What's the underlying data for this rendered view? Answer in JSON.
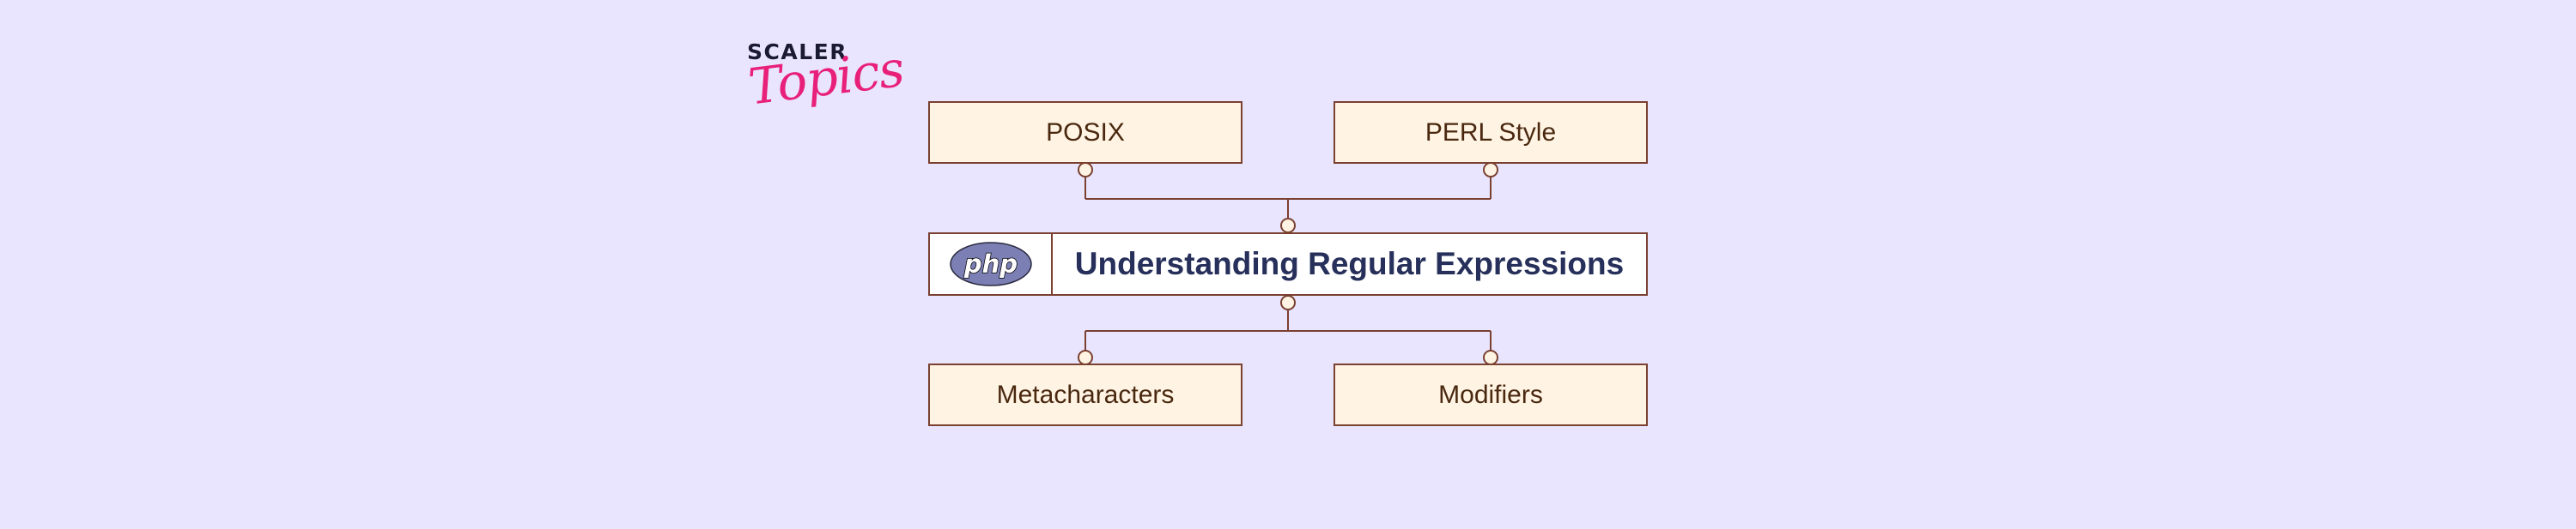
{
  "logo": {
    "line1": "SCALER",
    "line2": "Topics"
  },
  "diagram": {
    "center": {
      "logo_text": "php",
      "title": "Understanding Regular Expressions"
    },
    "top_nodes": [
      "POSIX",
      "PERL Style"
    ],
    "bottom_nodes": [
      "Metacharacters",
      "Modifiers"
    ]
  },
  "colors": {
    "background": "#e9e5ff",
    "node_fill": "#fff4e3",
    "border": "#7a4030",
    "title_text": "#27305a",
    "php_logo": "#7b7fb4",
    "logo_pink": "#e8207a"
  }
}
